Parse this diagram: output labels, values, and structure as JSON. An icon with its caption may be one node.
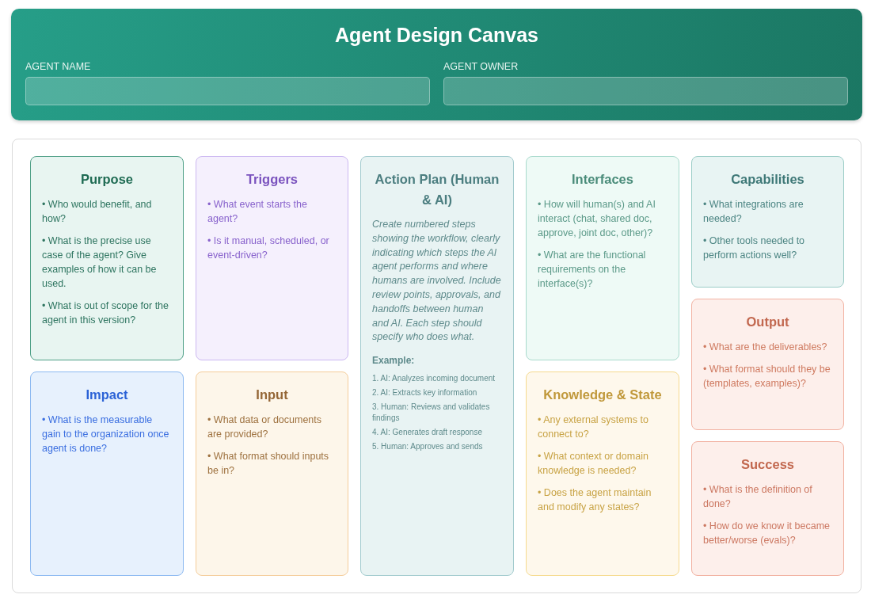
{
  "diagram": {
    "title": "Agent Design Canvas",
    "nodes": [
      {
        "text": [
          "Purpose",
          "• Who would benefit, and how?",
          "• What is the precise use case of the agent? Give examples of how it can be used.",
          "• What is out of scope for the agent in this version?"
        ]
      },
      {
        "text": [
          "Triggers",
          "• What event starts the agent?",
          "• Is it manual, scheduled, or event-driven?"
        ]
      },
      {
        "text": [
          "Action Plan (Human & AI)",
          "Create numbered steps showing the workflow, clearly indicating which steps the AI agent performs and where humans are involved. Include review points, approvals, and handoffs between human and AI. Each step should specify who does what.",
          "Example:",
          "1. AI: Analyzes incoming document",
          "2. AI: Extracts key information",
          "3. Human: Reviews and validates findings",
          "4. AI: Generates draft response",
          "5. Human: Approves and sends"
        ]
      },
      {
        "text": [
          "Interfaces",
          "• How will human(s) and AI interact (chat, shared doc, approve, joint doc, other)?",
          "• What are the functional requirements on the interface(s)?"
        ]
      },
      {
        "text": [
          "Capabilities",
          "• What integrations are needed?",
          "• Other tools needed to perform actions well?"
        ]
      },
      {
        "text": [
          "Output",
          "• What are the deliverables?",
          "• What format should they be (templates, examples)?"
        ]
      },
      {
        "text": [
          "Impact",
          "• What is the measurable gain to the organization once agent is done?"
        ]
      },
      {
        "text": [
          "Input",
          "• What data or documents are provided?",
          "• What format should inputs be in?"
        ]
      },
      {
        "text": [
          "Knowledge & State",
          "• Any external systems to connect to?",
          "• What context or domain knowledge is needed?",
          "• Does the agent maintain and modify any states?"
        ]
      },
      {
        "text": [
          "Success",
          "• What is the definition of done?",
          "• How do we know it became better/worse (evals)?"
        ]
      }
    ],
    "labels": [
      "AGENT NAME",
      "AGENT OWNER"
    ]
  }
}
